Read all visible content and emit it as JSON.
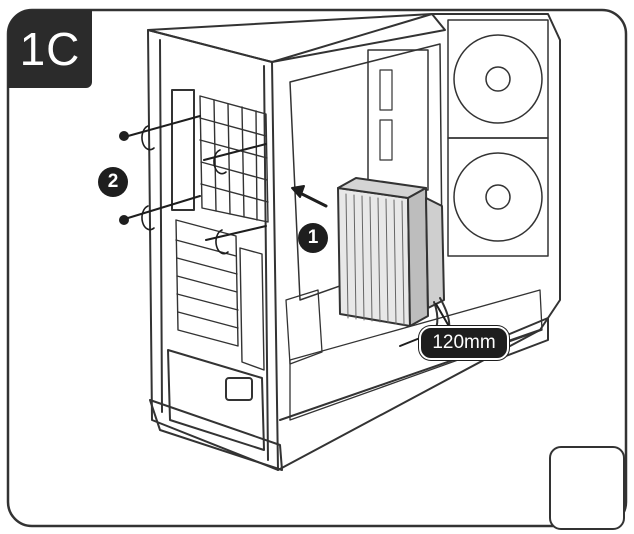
{
  "step": {
    "label": "1C"
  },
  "callouts": [
    {
      "number": "1"
    },
    {
      "number": "2"
    }
  ],
  "dimension": {
    "label": "120mm"
  },
  "tool": {
    "icon": "screwdriver-icon"
  },
  "colors": {
    "ink": "#1e1e1e",
    "badge": "#2b2b2b",
    "line": "#333333",
    "paper": "#ffffff"
  }
}
